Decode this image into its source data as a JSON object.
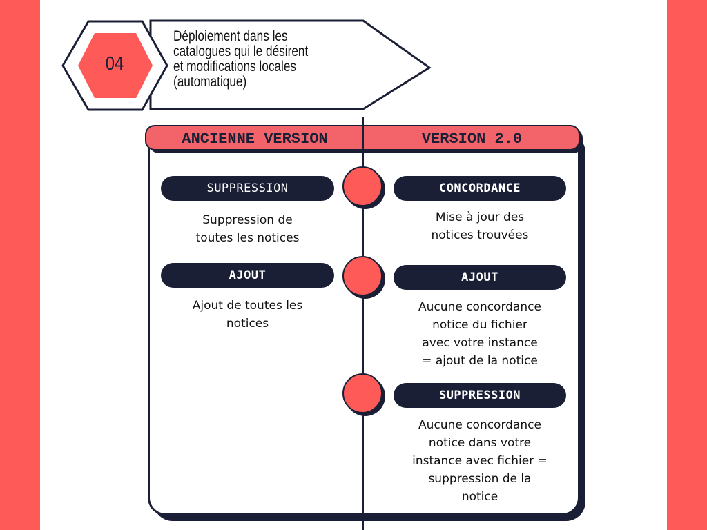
{
  "step": {
    "number": "04",
    "title_lines": [
      "Déploiement dans les",
      "catalogues qui le désirent",
      "et modifications locales",
      "(automatique)"
    ]
  },
  "table": {
    "left_header": "ANCIENNE VERSION",
    "right_header": "VERSION 2.0",
    "left_items": [
      {
        "label": "SUPPRESSION",
        "lines": [
          "Suppression de",
          "toutes les notices"
        ]
      },
      {
        "label": "AJOUT",
        "lines": [
          "Ajout de toutes les",
          "notices"
        ]
      }
    ],
    "right_items": [
      {
        "label": "CONCORDANCE",
        "lines": [
          "Mise à jour des",
          "notices trouvées"
        ]
      },
      {
        "label": "AJOUT",
        "lines": [
          "Aucune concordance",
          "notice du fichier",
          "avec votre instance",
          "= ajout de la notice"
        ]
      },
      {
        "label": "SUPPRESSION",
        "lines": [
          "Aucune concordance",
          "notice dans votre",
          "instance avec fichier =",
          "suppression de la",
          "notice"
        ]
      }
    ]
  },
  "colors": {
    "accent": "#fe5a58",
    "header": "#f2636a",
    "navy": "#1a1f36"
  }
}
